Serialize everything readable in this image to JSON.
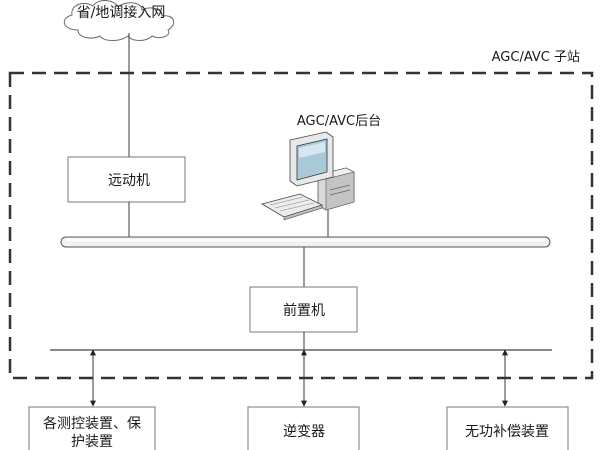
{
  "cloud": {
    "label": "省/地调接入网"
  },
  "substation": {
    "label": "AGC/AVC 子站"
  },
  "workstation": {
    "label": "AGC/AVC后台"
  },
  "nodes": {
    "rtu": {
      "label": "远动机"
    },
    "front_end": {
      "label": "前置机"
    }
  },
  "devices": {
    "measure_control": {
      "line1": "各测控装置、保",
      "line2": "护装置"
    },
    "inverter": {
      "label": "逆变器"
    },
    "compensation": {
      "label": "无功补偿装置"
    }
  },
  "colors": {
    "frame_dash": "#333333",
    "box_border": "#7a7a7a",
    "bus_fill": "#f2f2f2",
    "monitor_screen": "#a9c9d9",
    "computer_body": "#e8e8e8"
  }
}
